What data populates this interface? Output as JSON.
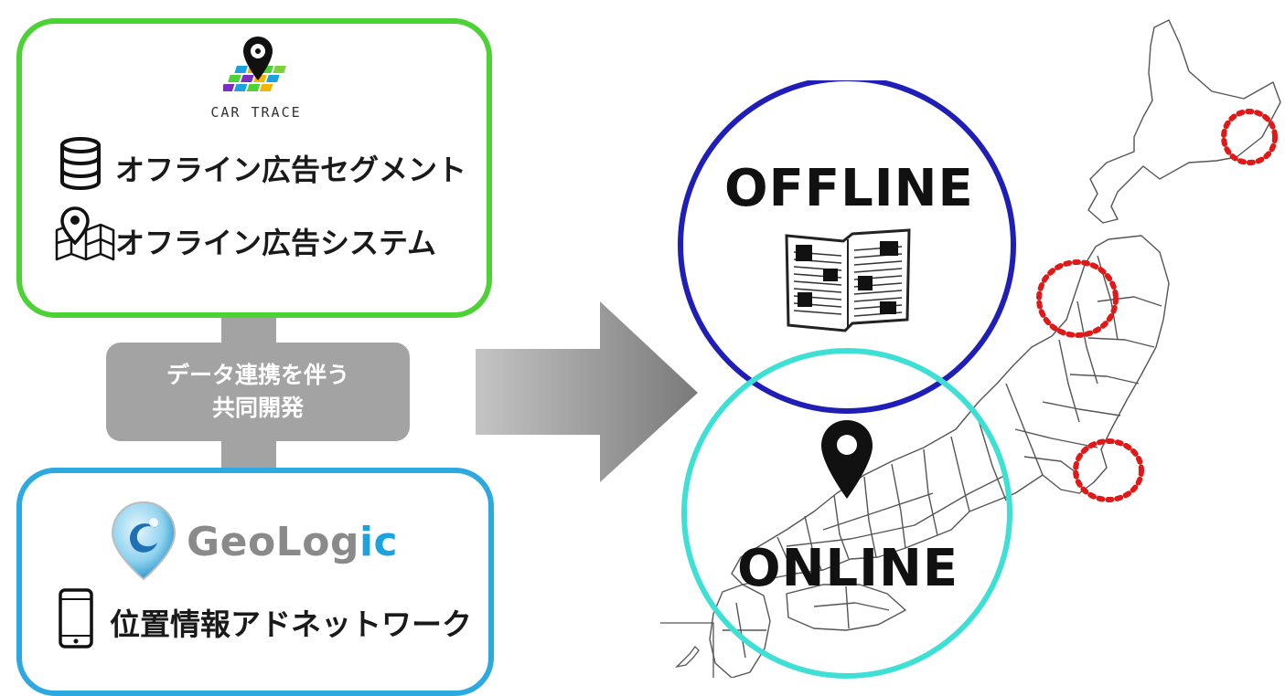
{
  "car_trace": {
    "logo_text": "CAR TRACE",
    "feature_segment": "オフライン広告セグメント",
    "feature_system": "オフライン広告システム",
    "border_color": "#4cd137"
  },
  "collaboration": {
    "line1": "データ連携を伴う",
    "line2": "共同開発",
    "color": "#a3a3a3"
  },
  "geologic": {
    "logo_text_main": "GeoLog",
    "logo_text_accent": "ic",
    "feature_adnetwork": "位置情報アドネットワーク",
    "border_color": "#2ba9e0"
  },
  "circles": {
    "offline_label": "OFFLINE",
    "online_label": "ONLINE",
    "offline_color": "#1f1fb8",
    "online_color": "#3ee0d6"
  },
  "highlight_color": "#e01818",
  "icons": [
    "database-icon",
    "map-pin-icon",
    "smartphone-icon",
    "newspaper-icon",
    "location-pin-icon",
    "arrow-right-icon"
  ]
}
